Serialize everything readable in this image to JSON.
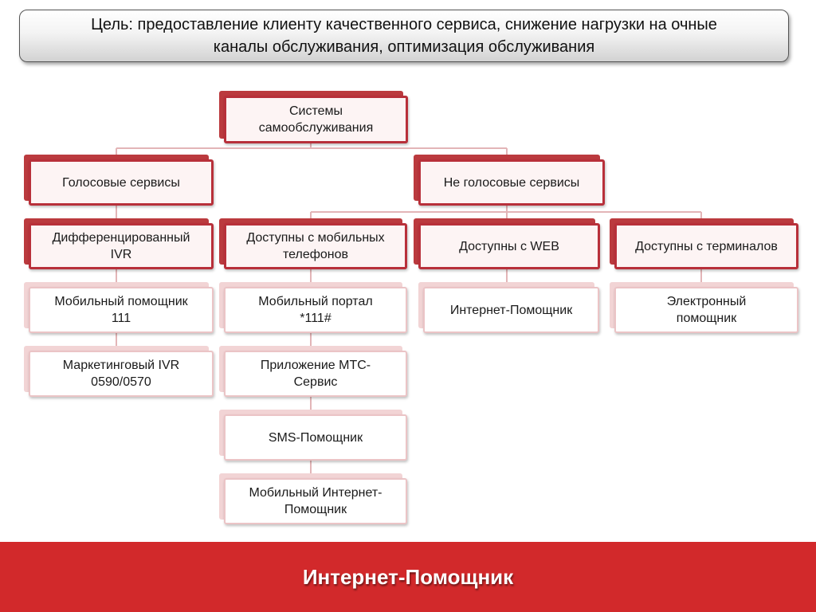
{
  "goal": {
    "line1": "Цель: предоставление клиенту качественного сервиса, снижение нагрузки на очные",
    "line2": "каналы обслуживания, оптимизация обслуживания"
  },
  "diagram": {
    "root": {
      "line1": "Системы",
      "line2": "самообслуживания"
    },
    "voice": {
      "label": "Голосовые сервисы",
      "items": [
        {
          "line1": "Дифференцированный",
          "line2": "IVR"
        },
        {
          "line1": "Мобильный помощник",
          "line2": "111"
        },
        {
          "line1": "Маркетинговый IVR",
          "line2": "0590/0570"
        }
      ]
    },
    "nonvoice": {
      "label": "Не голосовые сервисы",
      "mobile": {
        "line1": "Доступны с мобильных",
        "line2": "телефонов",
        "items": [
          {
            "line1": "Мобильный портал",
            "line2": "*111#"
          },
          {
            "line1": "Приложение МТС-",
            "line2": "Сервис"
          },
          {
            "line1": "SMS-Помощник",
            "line2": ""
          },
          {
            "line1": "Мобильный Интернет-",
            "line2": "Помощник"
          }
        ]
      },
      "web": {
        "label": "Доступны с WEB",
        "items": [
          {
            "line1": "Интернет-Помощник",
            "line2": ""
          }
        ]
      },
      "terminals": {
        "label": "Доступны с терминалов",
        "items": [
          {
            "line1": "Электронный",
            "line2": "помощник"
          }
        ]
      }
    }
  },
  "footer": {
    "title": "Интернет-Помощник"
  },
  "colors": {
    "accent_red": "#d2292b",
    "node_border": "#b8303a",
    "node_back": "#bb3a3e",
    "node_light_border": "#ebc4c6",
    "connector": "#e3b5b7"
  }
}
